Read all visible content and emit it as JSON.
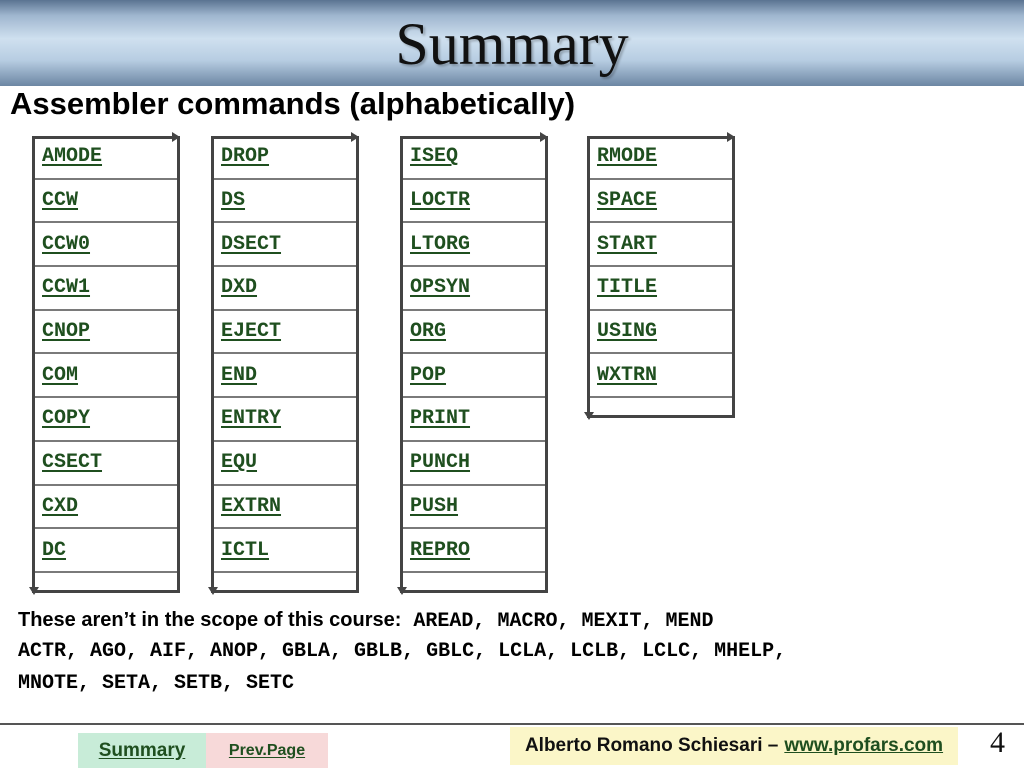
{
  "slide": {
    "title": "Summary",
    "subtitle": "Assembler commands (alphabetically)"
  },
  "columns": [
    [
      "AMODE",
      "CCW",
      "CCW0",
      "CCW1",
      "CNOP",
      "COM",
      "COPY",
      "CSECT",
      "CXD",
      "DC"
    ],
    [
      "DROP",
      "DS",
      "DSECT",
      "DXD",
      "EJECT",
      "END",
      "ENTRY",
      "EQU",
      "EXTRN",
      "ICTL"
    ],
    [
      "ISEQ",
      "LOCTR",
      "LTORG",
      "OPSYN",
      "ORG",
      "POP",
      "PRINT",
      "PUNCH",
      "PUSH",
      "REPRO"
    ],
    [
      "RMODE",
      "SPACE",
      "START",
      "TITLE",
      "USING",
      "WXTRN"
    ]
  ],
  "note": {
    "lead": "These aren’t in the scope of this course:",
    "line1_cmds": " AREAD, MACRO, MEXIT, MEND",
    "line2": "ACTR, AGO, AIF, ANOP, GBLA, GBLB, GBLC, LCLA, LCLB, LCLC, MHELP,",
    "line3": "MNOTE, SETA, SETB, SETC"
  },
  "footer": {
    "nav_summary": "Summary",
    "nav_prev": "Prev.Page",
    "author": "Alberto Romano Schiesari –",
    "author_link": "www.profars.com",
    "page_number": "4"
  },
  "colors": {
    "link_green": "#1f4f1f",
    "summary_bg": "#c8ecd8",
    "prev_bg": "#f7d9d9",
    "author_bg": "#fbf6c8"
  }
}
